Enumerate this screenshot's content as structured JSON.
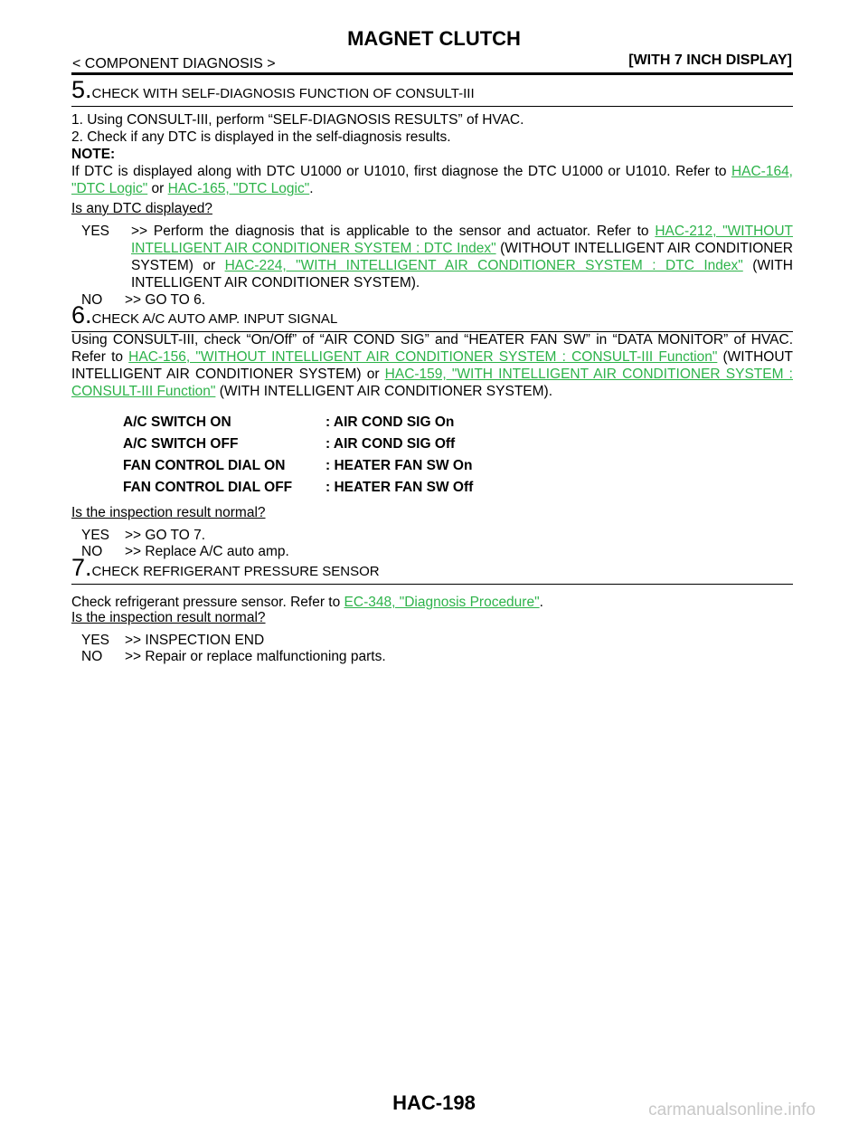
{
  "header": {
    "title": "MAGNET CLUTCH",
    "section": "< COMPONENT DIAGNOSIS >",
    "variant": "[WITH 7 INCH DISPLAY]"
  },
  "step5": {
    "number": "5.",
    "heading": "CHECK WITH SELF-DIAGNOSIS FUNCTION OF CONSULT-III",
    "line1": "1.  Using CONSULT-III, perform “SELF-DIAGNOSIS RESULTS” of HVAC.",
    "line2": "2.  Check if any DTC is displayed in the self-diagnosis results.",
    "note_label": "NOTE:",
    "note_text": "If DTC is displayed along with DTC U1000 or U1010, first diagnose the DTC U1000 or U1010. Refer to ",
    "note_link1": "HAC-164, \"DTC Logic\"",
    "note_or": " or ",
    "note_link2": "HAC-165, \"DTC Logic\"",
    "note_end": ".",
    "question": "Is any DTC displayed?",
    "yes_key": "YES",
    "yes_text": ">> Perform the diagnosis that is applicable to the sensor and actuator. Refer to ",
    "yes_link1": "HAC-212, \"WITHOUT INTELLIGENT AIR CONDITIONER SYSTEM : DTC Index\"",
    "yes_mid": " (WITHOUT INTELLIGENT AIR CONDITIONER SYSTEM) or ",
    "yes_link2": "HAC-224, \"WITH INTELLIGENT AIR CONDITIONER SYSTEM : DTC Index\"",
    "yes_end": " (WITH INTELLIGENT AIR CONDITIONER SYSTEM).",
    "no_key": "NO",
    "no_text": ">> GO TO 6."
  },
  "step6": {
    "number": "6.",
    "heading": "CHECK A/C AUTO AMP. INPUT SIGNAL",
    "text": "Using CONSULT-III, check “On/Off” of “AIR COND SIG” and “HEATER FAN SW” in “DATA MONITOR” of HVAC. Refer to ",
    "link1": "HAC-156, \"WITHOUT INTELLIGENT AIR CONDITIONER SYSTEM : CONSULT-III Function\"",
    "mid": " (WITHOUT INTELLIGENT AIR CONDITIONER SYSTEM) or ",
    "link2": "HAC-159, \"WITH INTELLIGENT AIR CONDITIONER SYSTEM : CONSULT-III Function\"",
    "end": " (WITH INTELLIGENT AIR CONDITIONER SYSTEM).",
    "table": [
      {
        "condition": "A/C SWITCH ON",
        "value": ": AIR COND SIG On"
      },
      {
        "condition": "A/C SWITCH OFF",
        "value": ": AIR COND SIG Off"
      },
      {
        "condition": "FAN CONTROL DIAL ON",
        "value": ": HEATER FAN SW On"
      },
      {
        "condition": "FAN CONTROL DIAL OFF",
        "value": ": HEATER FAN SW Off"
      }
    ],
    "question": "Is the inspection result normal?",
    "yes_key": "YES",
    "yes_text": ">> GO TO 7.",
    "no_key": "NO",
    "no_text": ">> Replace A/C auto amp."
  },
  "step7": {
    "number": "7.",
    "heading": "CHECK REFRIGERANT PRESSURE SENSOR",
    "text": "Check refrigerant pressure sensor. Refer to ",
    "link": "EC-348, \"Diagnosis Procedure\"",
    "end": ".",
    "question": "Is the inspection result normal?",
    "yes_key": "YES",
    "yes_text": ">> INSPECTION END",
    "no_key": "NO",
    "no_text": ">> Repair or replace malfunctioning parts."
  },
  "footer": {
    "page": "HAC-198",
    "watermark": "carmanualsonline.info"
  }
}
